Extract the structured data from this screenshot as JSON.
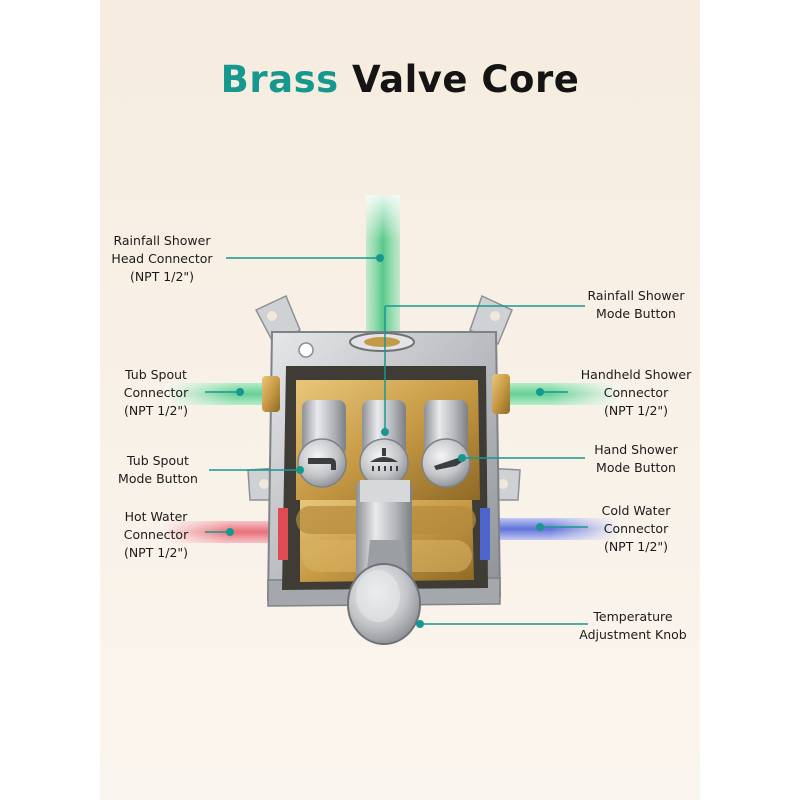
{
  "title": {
    "accent": "Brass",
    "rest": "Valve Core"
  },
  "colors": {
    "accent": "#17988f",
    "hot": "#e35a63",
    "cold": "#5468d6",
    "pipe": "#6bd49a"
  },
  "labels": {
    "rainfall_connector": [
      "Rainfall Shower",
      "Head Connector",
      "(NPT 1/2\")"
    ],
    "rainfall_button": [
      "Rainfall Shower",
      "Mode Button"
    ],
    "tub_connector": [
      "Tub Spout",
      "Connector",
      "(NPT 1/2\")"
    ],
    "handheld_connector": [
      "Handheld Shower",
      "Connector",
      "(NPT 1/2\")"
    ],
    "tub_button": [
      "Tub Spout",
      "Mode Button"
    ],
    "hand_button": [
      "Hand Shower",
      "Mode Button"
    ],
    "hot_connector": [
      "Hot Water",
      "Connector",
      "(NPT 1/2\")"
    ],
    "cold_connector": [
      "Cold Water",
      "Connector",
      "(NPT 1/2\")"
    ],
    "temp_knob": [
      "Temperature",
      "Adjustment Knob"
    ]
  },
  "icons": [
    "tub-spout-icon",
    "rainfall-shower-icon",
    "hand-shower-icon"
  ]
}
